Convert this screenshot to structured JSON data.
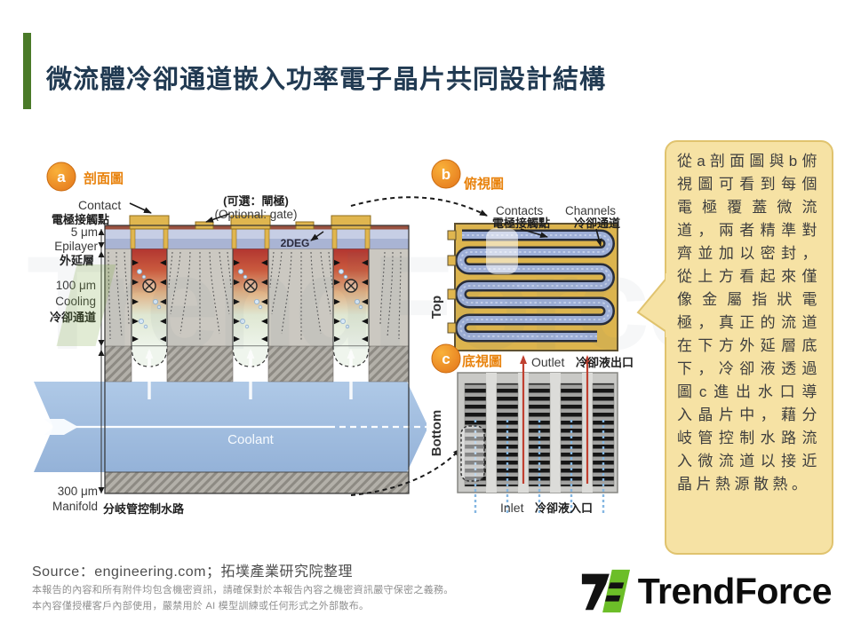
{
  "header": {
    "title": "微流體冷卻通道嵌入功率電子晶片共同設計結構"
  },
  "figure_a": {
    "badge": "a",
    "label": "剖面圖",
    "labels": {
      "contact_en": "Contact",
      "contact_zh": "電極接觸點",
      "epilayer_size": "5 μm",
      "epilayer_en": "Epilayer",
      "epilayer_zh": "外延層",
      "gate_zh": "(可選：閘極)",
      "gate_en": "(Optional: gate)",
      "twodeg": "2DEG",
      "cooling_size": "100 μm",
      "cooling_en": "Cooling",
      "cooling_zh": "冷卻通道",
      "coolant": "Coolant",
      "manifold_size": "300 μm",
      "manifold_en": "Manifold",
      "manifold_zh": "分岐管控制水路"
    }
  },
  "figure_b": {
    "badge": "b",
    "label": "俯視圖",
    "labels": {
      "contacts_en": "Contacts",
      "contacts_zh": "電極接觸點",
      "channels_en": "Channels",
      "channels_zh": "冷卻通道",
      "side": "Top"
    }
  },
  "figure_c": {
    "badge": "c",
    "label": "底視圖",
    "labels": {
      "outlet_en": "Outlet",
      "outlet_zh": "冷卻液出口",
      "inlet_en": "Inlet",
      "inlet_zh": "冷卻液入口",
      "side": "Bottom"
    }
  },
  "callout": {
    "text": "從a剖面圖與b俯視圖可看到每個電極覆蓋微流道，兩者精準對齊並加以密封，從上方看起來僅像金屬指狀電極，真正的流道在下方外延層底下，冷卻液透過圖c進出水口導入晶片中，藉分岐管控制水路流入微流道以接近晶片熱源散熱。"
  },
  "footer": {
    "source": "Source：engineering.com；拓墣產業研究院整理",
    "disclaimer1": "本報告的內容和所有附件均包含機密資訊，請確保對於本報告內容之機密資訊嚴守保密之義務。",
    "disclaimer2": "本內容僅授權客戶內部使用，嚴禁用於 AI 模型訓練或任何形式之外部散布。",
    "logo_text": "TrendForce"
  },
  "watermark": "TrendForce",
  "colors": {
    "accent_green": "#4A7A28",
    "title": "#213A52",
    "orange_badge": "#ED8B16",
    "orange_label": "#E8820C",
    "gold": "#E0B64F",
    "epilayer_blue": "#C6CEE5",
    "coolant_blue": "#A6C0E0",
    "channel_hot": "#B23530",
    "callout_bg": "#F6E2A4",
    "callout_border": "#E0C36E",
    "outlet_red": "#C04030",
    "inlet_blue": "#88B8E4"
  }
}
